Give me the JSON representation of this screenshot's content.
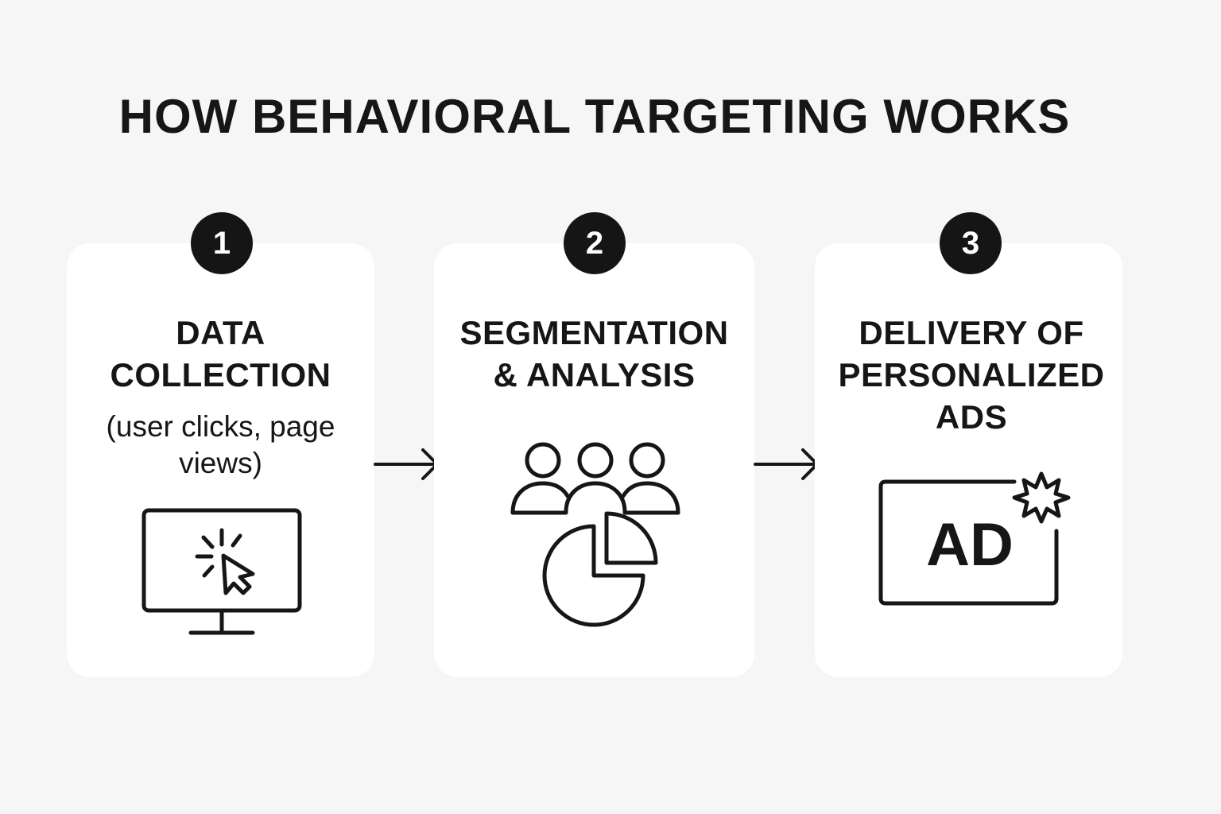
{
  "title": "HOW BEHAVIORAL TARGETING WORKS",
  "steps": [
    {
      "number": "1",
      "title_lines": [
        "DATA",
        "COLLECTION"
      ],
      "subtitle_lines": [
        "(user clicks, page",
        "views)"
      ],
      "icon": "monitor-click-icon"
    },
    {
      "number": "2",
      "title_lines": [
        "SEGMENTATION",
        "& ANALYSIS"
      ],
      "icon": "users-pie-chart-icon"
    },
    {
      "number": "3",
      "title_lines": [
        "DELIVERY OF",
        "PERSONALIZED",
        "ADS"
      ],
      "icon": "ad-sparkle-icon",
      "icon_text": "AD"
    }
  ],
  "colors": {
    "background": "#f6f6f6",
    "card": "#ffffff",
    "ink": "#161616"
  }
}
